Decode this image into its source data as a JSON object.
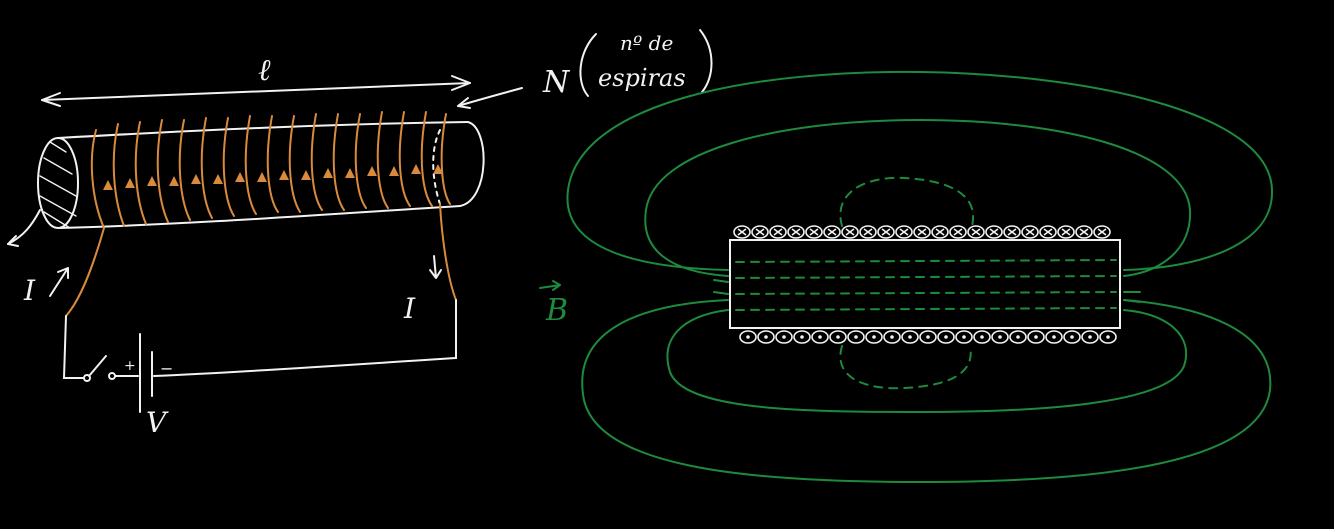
{
  "labels": {
    "length": "ℓ",
    "turns_symbol": "N",
    "turns_note_line1": "nº de",
    "turns_note_line2": "espiras",
    "current_left": "I",
    "current_right": "I",
    "voltage": "V",
    "plus_sign": "+",
    "minus_sign": "−",
    "field": "B"
  },
  "colors": {
    "background": "#000000",
    "chalk": "#f2f2f2",
    "copper": "#d98a3c",
    "field": "#1e8a3e"
  }
}
